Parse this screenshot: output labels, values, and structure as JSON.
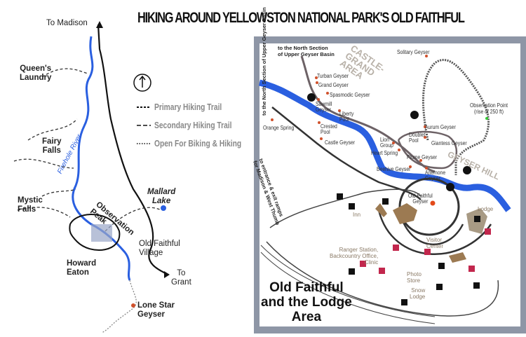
{
  "title": "HIKING AROUND YELLOWSTON NATIONAL PARK'S OLD FAITHFUL",
  "left_map": {
    "labels": {
      "to_madison": "To Madison",
      "queens_laundry": "Queen's\nLaundry",
      "fairy_falls": "Fairy\nFalls",
      "firehole_river": "Firehole River",
      "mystic_falls": "Mystic\nFalls",
      "mallard_lake": "Mallard\nLake",
      "observation_peak": "Observation\nPeak",
      "old_faithful_village": "Old Faithful\nVillage",
      "howard_eaton": "Howard\nEaton",
      "to_grant": "To\nGrant",
      "lone_star_geyser": "Lone Star\nGeyser"
    },
    "compass_icon": "north-arrow-icon",
    "legend": [
      {
        "style": "dashed-short",
        "label": "Primary Hiking Trail"
      },
      {
        "style": "dashed-long",
        "label": "Secondary Hiking Trail"
      },
      {
        "style": "dotted",
        "label": "Open For Biking & Hiking"
      }
    ]
  },
  "right_map": {
    "labels": {
      "north_section_top": "to the North Section\nof Upper Geyser Basin",
      "north_section_side": "to the North Section of Upper Geyser Basin",
      "castle_grand": "CASTLE-GRAND AREA",
      "geyser_hill": "GEYSER HILL",
      "solitary": "Solitary Geyser",
      "turban": "Turban Geyser",
      "grand": "Grand Geyser",
      "spasmodic": "Spasmodic Geyser",
      "sawmill": "Sawmill\nGeyser",
      "liberty": "Liberty\nPool",
      "crested": "Crested\nPool",
      "orange": "Orange Spring",
      "castle": "Castle Geyser",
      "lion": "Lion\nGroup",
      "heart": "Heart Spring",
      "doublet": "Doublet\nPool",
      "aurum": "Aurum Geyser",
      "giantess": "Giantess Geyser",
      "plume": "Plume Geyser",
      "beehive": "Beehive Geyser",
      "anemone": "Anemone\nGeyser",
      "observation_point": "Observation Point\n(rise of 250 ft)",
      "entrance": "to entrance & exit ramps\nfor Madison & West Thumb",
      "old_faithful_geyser": "Old Faithful\nGeyser",
      "inn": "Inn",
      "lodge": "Lodge",
      "ranger": "Ranger Station,\nBackcountry Office,\nClinic",
      "visitor": "Visitor\nCenter",
      "photo": "Photo\nStore",
      "snow": "Snow\nLodge"
    },
    "area_title": "Old Faithful\nand the Lodge\nArea",
    "colors": {
      "river": "#2a5fe0",
      "trail": "#6d6266",
      "building": "#9c7a52",
      "parking": "#c2274d",
      "geyser": "#d0512c",
      "frame": "#8e96a6"
    }
  }
}
